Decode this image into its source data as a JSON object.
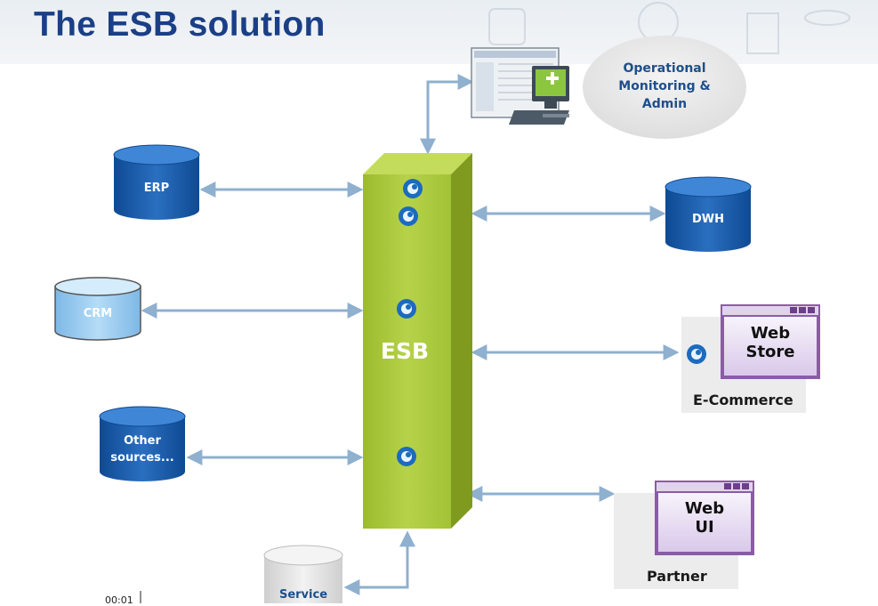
{
  "slide": {
    "title": "The ESB solution",
    "timestamp": "00:01"
  },
  "hub": {
    "label": "ESB",
    "color": "#a9c43a"
  },
  "systems": {
    "erp": "ERP",
    "crm": "CRM",
    "other": "Other\nsources...",
    "dwh": "DWH",
    "service": "Service"
  },
  "monitoring": {
    "label": "Operational\nMonitoring &\nAdmin"
  },
  "ecommerce": {
    "window_label": "Web\nStore",
    "caption": "E-Commerce"
  },
  "partner": {
    "window_label": "Web\nUI",
    "caption": "Partner"
  },
  "colors": {
    "db_dark": "#1a5aa8",
    "db_light": "#9ccbee",
    "db_gray": "#e3e3e3",
    "arrow": "#8fb0cf",
    "title": "#1b3f86"
  }
}
